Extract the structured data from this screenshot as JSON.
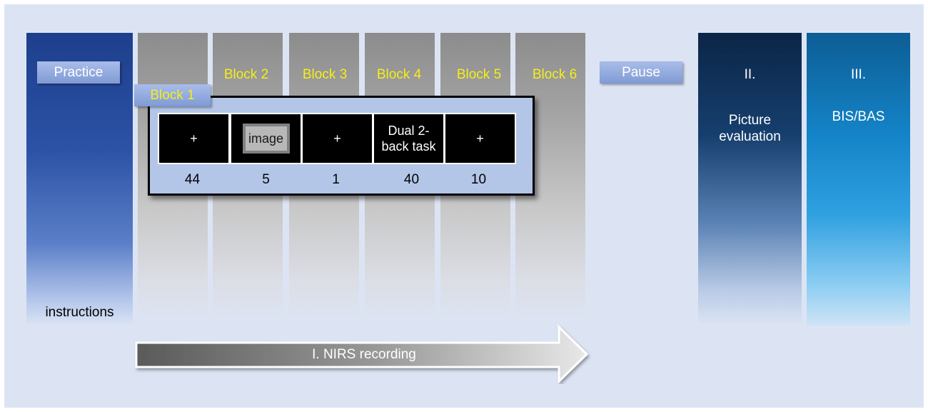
{
  "practice": {
    "label": "Practice",
    "instructions": "instructions"
  },
  "blocks": [
    "Block 1",
    "Block 2",
    "Block 3",
    "Block 4",
    "Block 5",
    "Block 6"
  ],
  "trial": {
    "screens": [
      "+",
      "image",
      "+",
      "Dual 2-\nback task",
      "+"
    ],
    "durations": [
      "44",
      "5",
      "1",
      "40",
      "10"
    ]
  },
  "pause": "Pause",
  "evaluation": {
    "numeral": "II.",
    "label": "Picture\nevaluation"
  },
  "bisbas": {
    "numeral": "III.",
    "label": "BIS/BAS"
  },
  "recording": "I. NIRS recording",
  "colors": {
    "practice": "#1d3f8c",
    "block_label": "#f4ee1a",
    "evaluation": "#0b2547",
    "bisbas": "#1484c8",
    "background": "#dce4f4"
  }
}
